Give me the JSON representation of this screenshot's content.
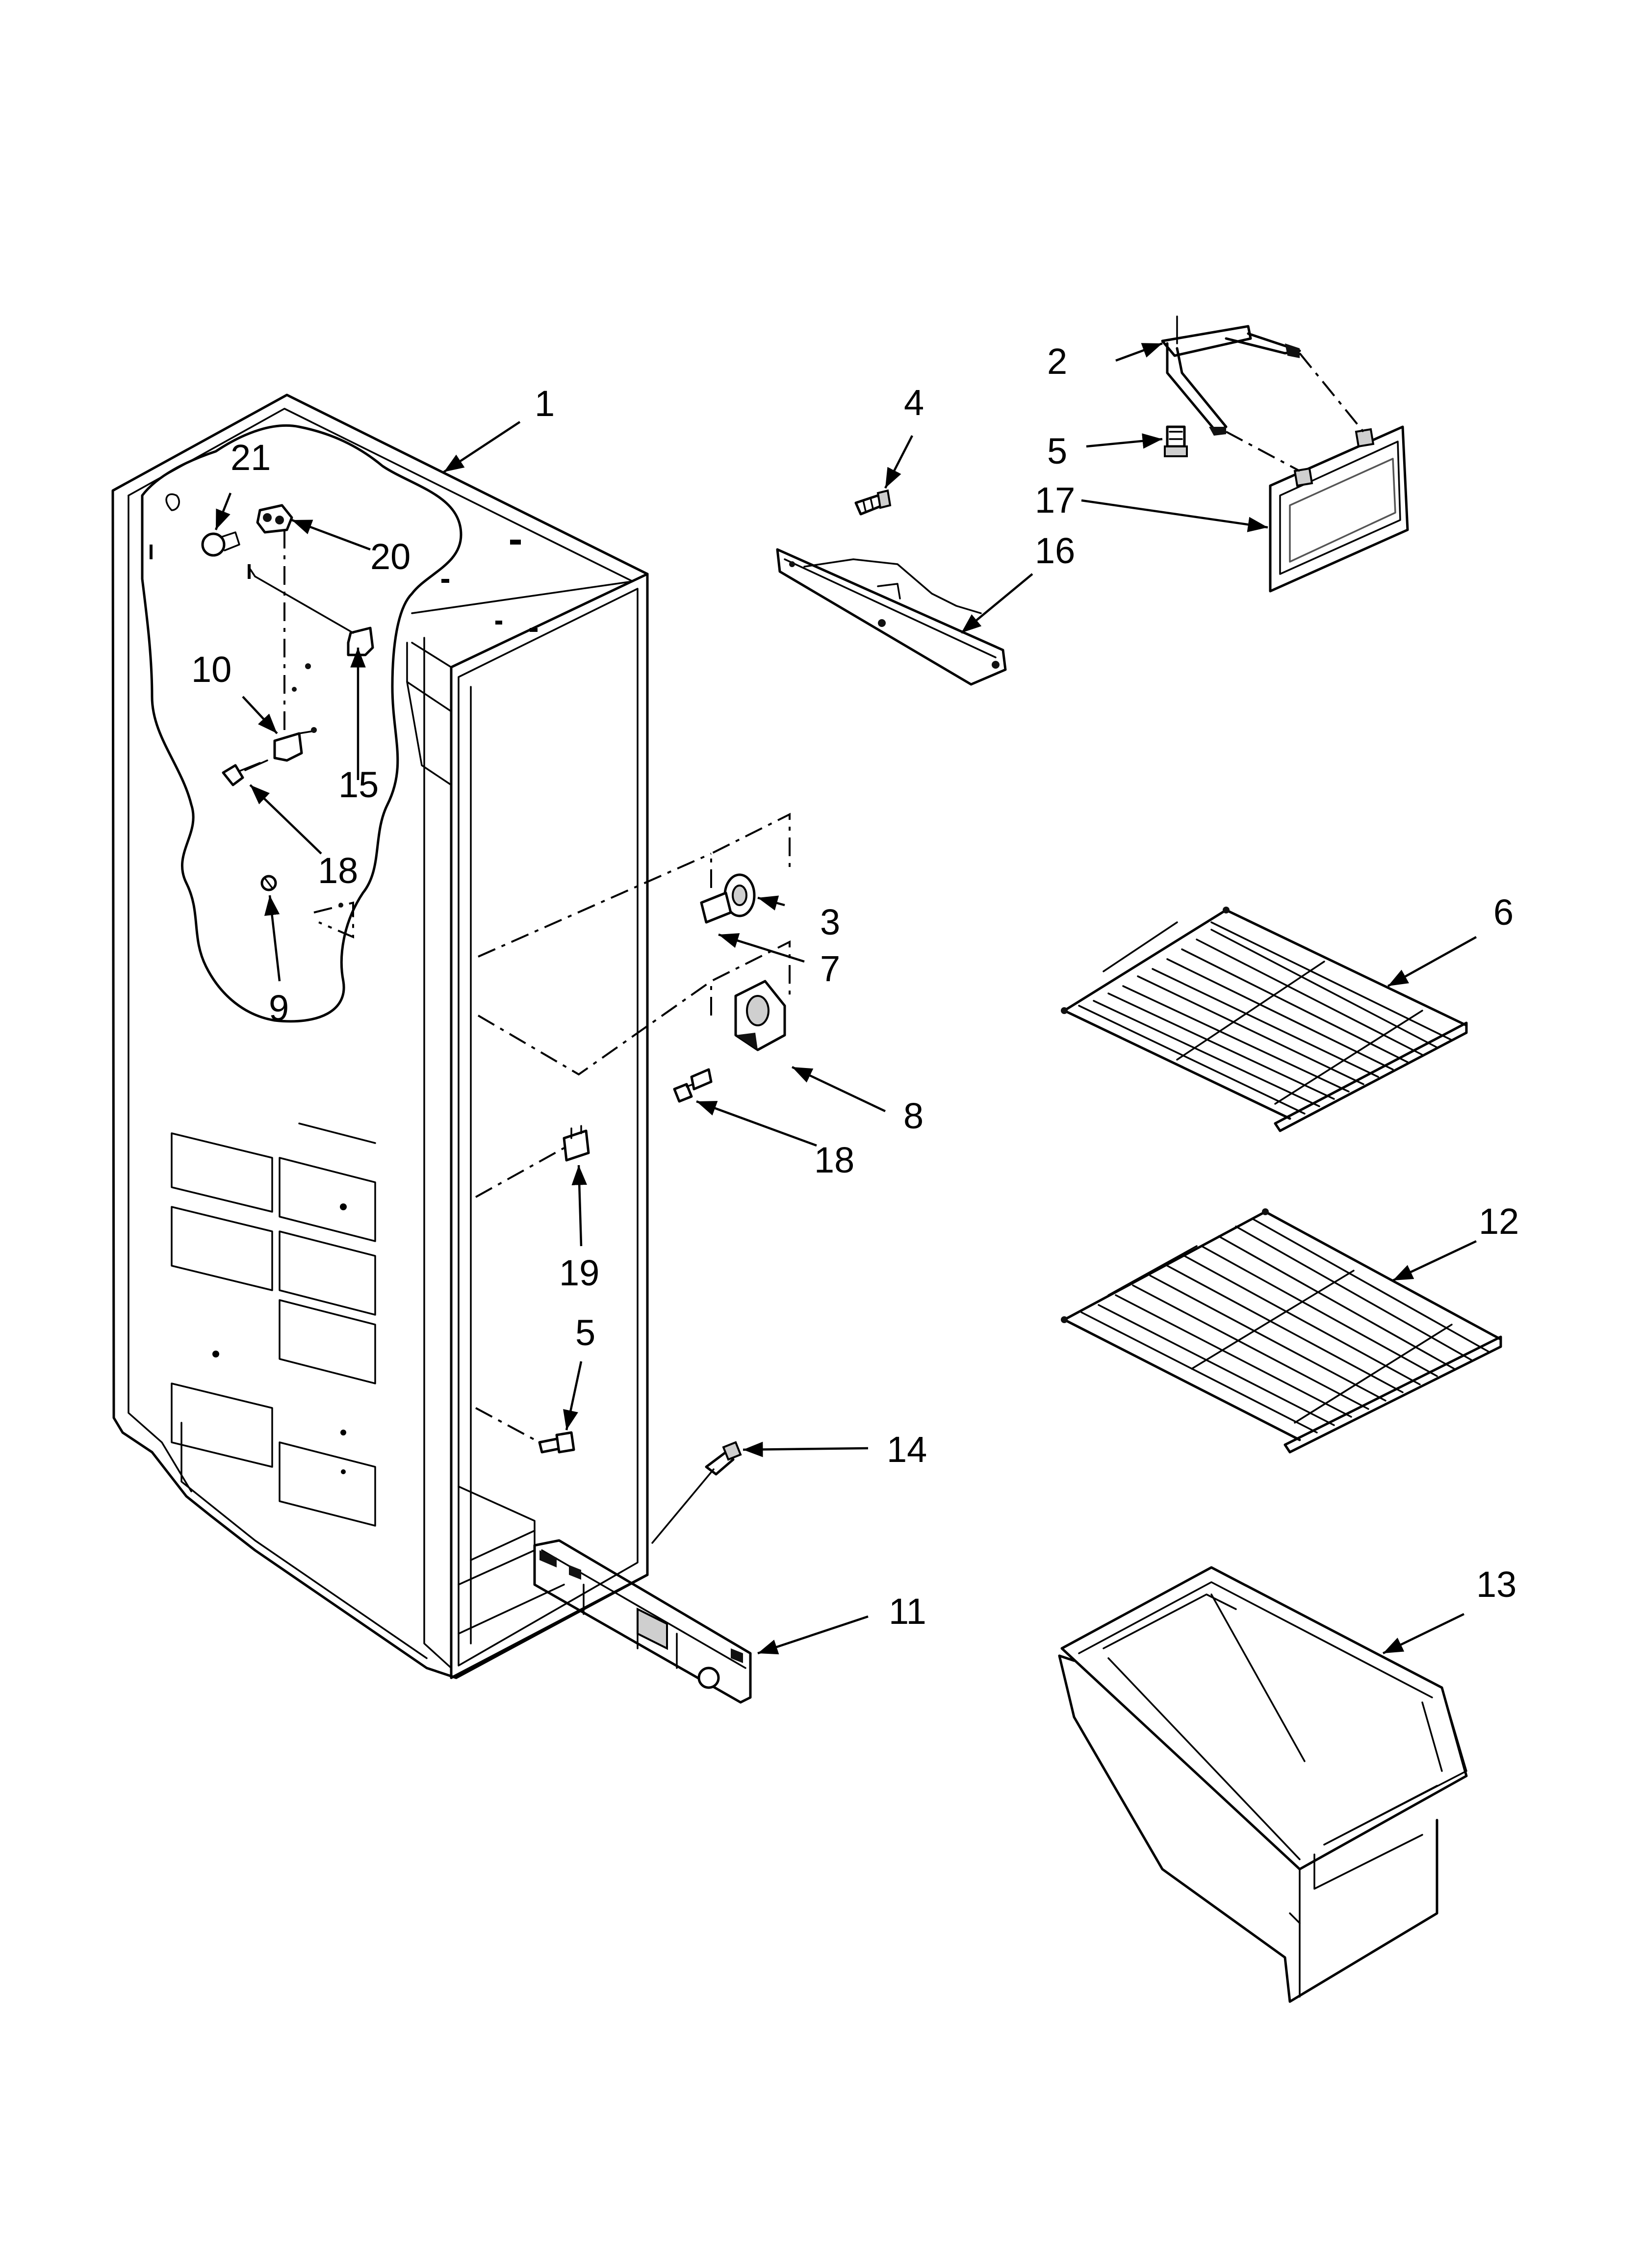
{
  "diagram": {
    "callouts": [
      {
        "id": "c1",
        "text": "1"
      },
      {
        "id": "c2",
        "text": "2"
      },
      {
        "id": "c3",
        "text": "3"
      },
      {
        "id": "c4",
        "text": "4"
      },
      {
        "id": "c5a",
        "text": "5"
      },
      {
        "id": "c5b",
        "text": "5"
      },
      {
        "id": "c6",
        "text": "6"
      },
      {
        "id": "c7",
        "text": "7"
      },
      {
        "id": "c8",
        "text": "8"
      },
      {
        "id": "c9",
        "text": "9"
      },
      {
        "id": "c10",
        "text": "10"
      },
      {
        "id": "c11",
        "text": "11"
      },
      {
        "id": "c12",
        "text": "12"
      },
      {
        "id": "c13",
        "text": "13"
      },
      {
        "id": "c14",
        "text": "14"
      },
      {
        "id": "c15",
        "text": "15"
      },
      {
        "id": "c16",
        "text": "16"
      },
      {
        "id": "c17",
        "text": "17"
      },
      {
        "id": "c18a",
        "text": "18"
      },
      {
        "id": "c18b",
        "text": "18"
      },
      {
        "id": "c19",
        "text": "19"
      },
      {
        "id": "c20",
        "text": "20"
      },
      {
        "id": "c21",
        "text": "21"
      }
    ]
  }
}
